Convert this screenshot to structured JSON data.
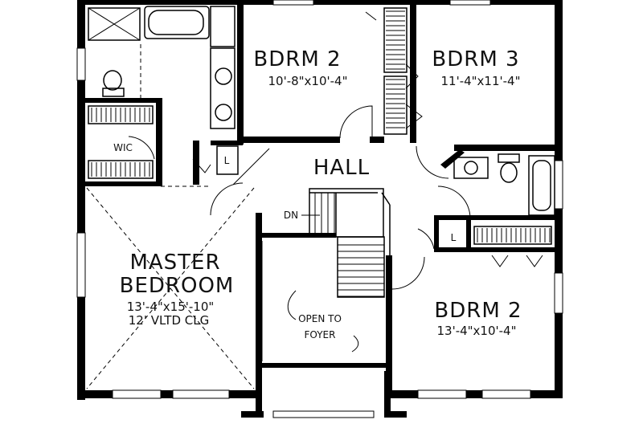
{
  "rooms": {
    "bdrm2_top": {
      "name": "BDRM 2",
      "size": "10'-8\"x10'-4\""
    },
    "bdrm3": {
      "name": "BDRM 3",
      "size": "11'-4\"x11'-4\""
    },
    "hall": {
      "name": "HALL"
    },
    "master": {
      "name_line1": "MASTER",
      "name_line2": "BEDROOM",
      "size": "13'-4\"x15'-10\"",
      "ceiling": "12' VLTD CLG"
    },
    "bdrm2_bottom": {
      "name": "BDRM 2",
      "size": "13'-4\"x10'-4\""
    },
    "wic": {
      "name": "WIC"
    },
    "foyer_open": {
      "line1": "OPEN TO",
      "line2": "FOYER"
    }
  },
  "stairs": {
    "dn_label": "DN"
  },
  "linen": {
    "label_left": "L",
    "label_right": "L"
  }
}
